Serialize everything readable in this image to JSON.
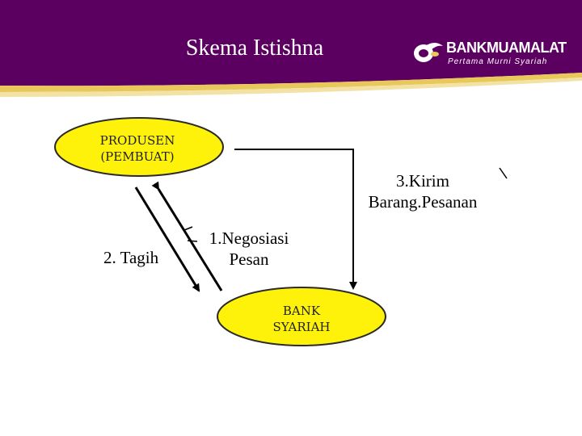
{
  "slide": {
    "title": "Skema Istishna",
    "brand": {
      "name": "BANKMUAMALAT",
      "tagline": "Pertama  Murni  Syariah"
    },
    "colors": {
      "header": "#5b0060",
      "accent": "#e8c85a",
      "node_fill": "#fef20a",
      "node_border": "#2a2a2a"
    }
  },
  "diagram": {
    "nodes": {
      "produsen": {
        "line1": "PRODUSEN",
        "line2": "(PEMBUAT)"
      },
      "bank": {
        "line1": "BANK",
        "line2": "SYARIAH"
      }
    },
    "edges": {
      "kirim": {
        "line1": "3.Kirim",
        "line2": "Barang.Pesanan"
      },
      "negosiasi": {
        "line1": "1.Negosiasi",
        "line2": "Pesan"
      },
      "tagih": {
        "label": "2. Tagih"
      }
    }
  }
}
